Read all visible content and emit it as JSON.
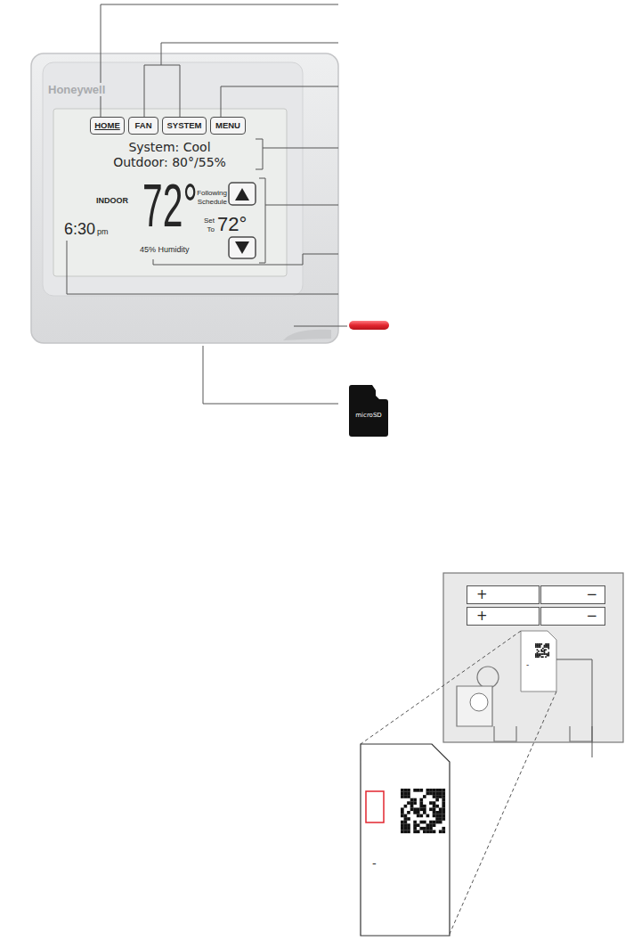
{
  "diagram": {
    "nodes": [
      {
        "text": [
          "Honeywell"
        ]
      },
      {
        "text": [
          "System: Cool Outdoor: 80°/55%",
          "INDOOR",
          "72°",
          "Following Schedule",
          "Set To",
          "72°",
          "6:30",
          "pm",
          "45% Humidity"
        ],
        "in": 0
      },
      {
        "text": [
          "HOME"
        ],
        "in": 1
      },
      {
        "text": [
          "FAN"
        ],
        "in": 1
      },
      {
        "text": [
          "SYSTEM"
        ],
        "in": 1
      },
      {
        "text": [
          "MENU"
        ],
        "in": 1
      },
      {
        "text": [
          "microSD"
        ]
      },
      {
        "text": [
          "+"
        ]
      },
      {
        "text": [
          "−"
        ]
      },
      {
        "text": [
          "+"
        ]
      },
      {
        "text": [
          "−"
        ]
      }
    ],
    "labels": [
      "-",
      "-"
    ]
  }
}
